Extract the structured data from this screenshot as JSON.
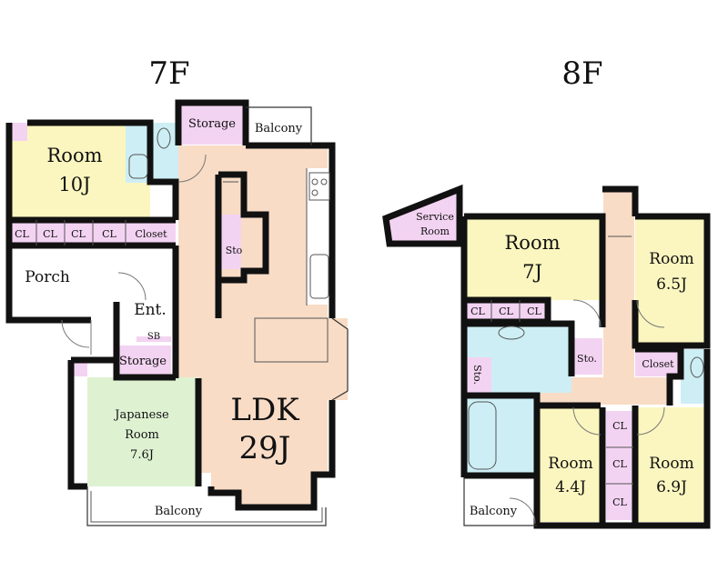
{
  "floors": {
    "f7": {
      "label": "7F",
      "rooms": {
        "room10": {
          "name": "Room",
          "size": "10J"
        },
        "porch": "Porch",
        "entrance": "Ent.",
        "sb": "SB",
        "storage_top": "Storage",
        "storage_mid": "Storage",
        "balcony_top": "Balcony",
        "balcony_bottom": "Balcony",
        "japanese": {
          "line1": "Japanese",
          "line2": "Room",
          "size": "7.6J"
        },
        "ldk": {
          "name": "LDK",
          "size": "29J"
        },
        "sto": "Sto",
        "cl": [
          "CL",
          "CL",
          "CL",
          "CL"
        ],
        "closet": "Closet"
      }
    },
    "f8": {
      "label": "8F",
      "rooms": {
        "service": {
          "line1": "Service",
          "line2": "Room"
        },
        "room7": {
          "name": "Room",
          "size": "7J"
        },
        "room65": {
          "name": "Room",
          "size": "6.5J"
        },
        "room44": {
          "name": "Room",
          "size": "4.4J"
        },
        "room69": {
          "name": "Room",
          "size": "6.9J"
        },
        "cl_row": [
          "CL",
          "CL",
          "CL"
        ],
        "sto_h": "Sto.",
        "sto_v": "Sto.",
        "closet": "Closet",
        "cl_col": [
          "CL",
          "CL",
          "CL"
        ],
        "balcony": "Balcony"
      }
    }
  },
  "colors": {
    "room": "#fbf6bf",
    "storage": "#f3d3f2",
    "wet": "#cdeef5",
    "ldk": "#f8dcc6",
    "japanese": "#def2d2",
    "wall": "#111111"
  }
}
